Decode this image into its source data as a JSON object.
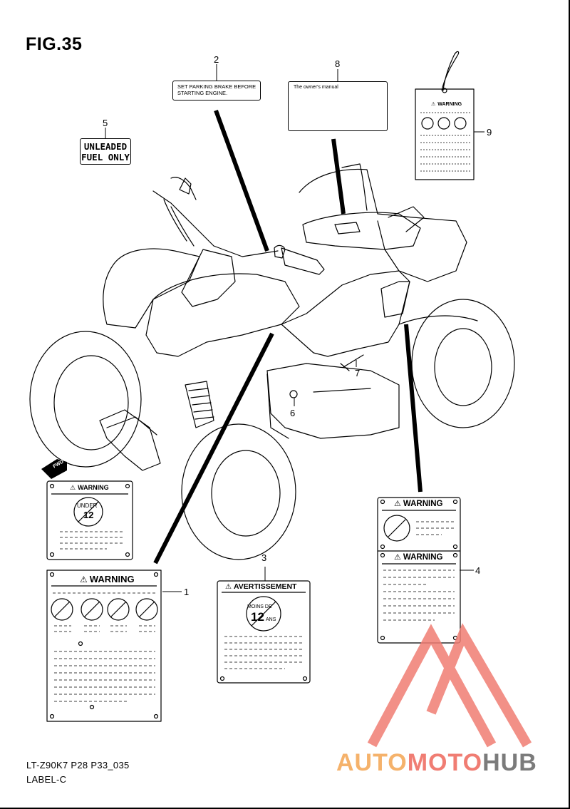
{
  "figure": {
    "title": "FIG.35"
  },
  "callouts": [
    "1",
    "2",
    "3",
    "4",
    "5",
    "6",
    "7",
    "8",
    "9"
  ],
  "labels": {
    "brake": {
      "line1": "SET PARKING BRAKE BEFORE",
      "line2": "STARTING ENGINE."
    },
    "unleaded": {
      "line1": "UNLEADED",
      "line2": "FUEL ONLY"
    },
    "manual": {
      "text": "The owner's manual"
    },
    "tag": {
      "header": "WARNING"
    },
    "label1_top": {
      "header": "WARNING",
      "seal_line1": "UNDER",
      "seal_line2": "12"
    },
    "label1_bottom": {
      "header": "WARNING"
    },
    "label3": {
      "header": "AVERTISSEMENT",
      "seal_line1": "MOINS DE",
      "seal_num": "12",
      "seal_suffix": "ANS"
    },
    "label4_top": {
      "header": "WARNING"
    },
    "label4_bottom": {
      "header": "WARNING"
    },
    "fwd": "FWD"
  },
  "footer": {
    "code": "LT-Z90K7  P28  P33_035",
    "name": "LABEL-C"
  },
  "watermark": {
    "part1": "AUTO",
    "part2": "MOTO",
    "part3": "HUB",
    "colors": {
      "auto": "#f5b26b",
      "moto": "#f07d73",
      "hub": "#7b7b7b"
    }
  }
}
